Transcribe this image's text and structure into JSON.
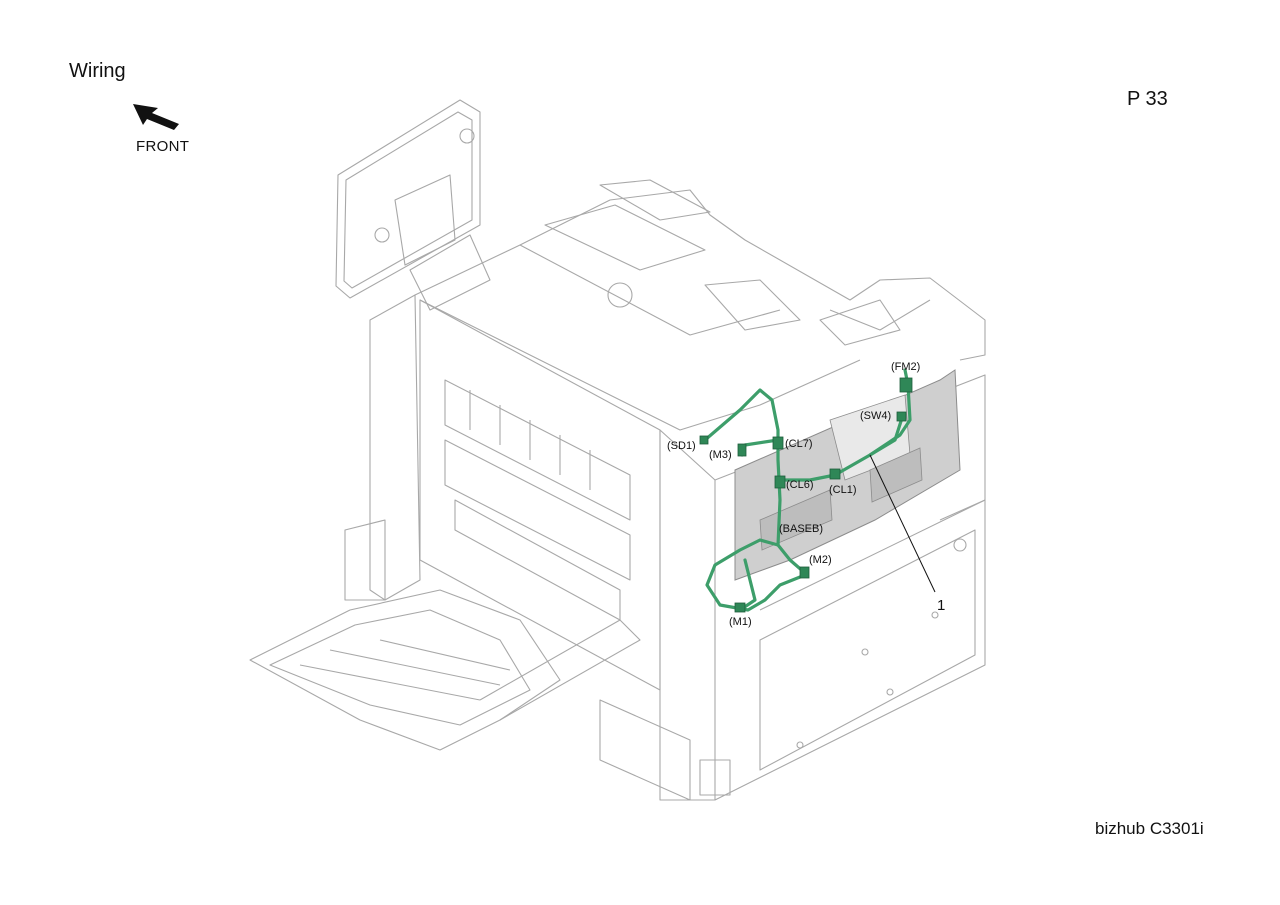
{
  "page": {
    "title": "Wiring",
    "page_number": "P 33",
    "model": "bizhub C3301i"
  },
  "orientation": {
    "label": "FRONT",
    "icon": "front-arrow-icon"
  },
  "diagram": {
    "callouts": {
      "fm2": "(FM2)",
      "sw4": "(SW4)",
      "sd1": "(SD1)",
      "m3": "(M3)",
      "cl7": "(CL7)",
      "cl6": "(CL6)",
      "cl1": "(CL1)",
      "baseb": "(BASEB)",
      "m2": "(M2)",
      "m1": "(M1)"
    },
    "part_number": "1",
    "harness_color": "#3d9e6a",
    "board_color": "#cfcfcf",
    "line_color": "#9a9a9a"
  }
}
